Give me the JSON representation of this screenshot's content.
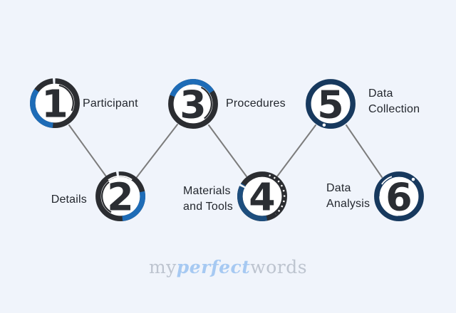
{
  "diagram": {
    "title_hidden": "",
    "type": "zigzag-process-diagram",
    "steps": [
      {
        "number": "1",
        "label": "Participant",
        "lines": [
          "Participant"
        ],
        "label_side": "right",
        "ring_style": "dark-with-blue-arc-left"
      },
      {
        "number": "2",
        "label": "Details",
        "lines": [
          "Details"
        ],
        "label_side": "left",
        "ring_style": "dark-with-blue-arc-bottom-right"
      },
      {
        "number": "3",
        "label": "Procedures",
        "lines": [
          "Procedures"
        ],
        "label_side": "right",
        "ring_style": "dark-with-blue-arc-top"
      },
      {
        "number": "4",
        "label": "Materials and Tools",
        "lines": [
          "Materials",
          "and Tools"
        ],
        "label_side": "left",
        "ring_style": "dark-with-darkblue-arc-left-dotted-right"
      },
      {
        "number": "5",
        "label": "Data Collection",
        "lines": [
          "Data",
          "Collection"
        ],
        "label_side": "right",
        "ring_style": "navy"
      },
      {
        "number": "6",
        "label": "Data Analysis",
        "lines": [
          "Data",
          "Analysis"
        ],
        "label_side": "left",
        "ring_style": "navy"
      }
    ]
  },
  "colors": {
    "background": "#f0f4fb",
    "ring_dark": "#2b2d31",
    "ring_navy": "#17395e",
    "accent_blue": "#1e6cb7",
    "accent_dark_blue": "#1d4e7e",
    "number_text": "#2b2e33",
    "label_text": "#23272e",
    "connector_line": "#7c7c7c",
    "logo_gray": "#bdc4cf",
    "logo_blue": "#a6c9f2"
  },
  "logo": {
    "part1": "my",
    "part2": "perfect",
    "part3": "words"
  }
}
